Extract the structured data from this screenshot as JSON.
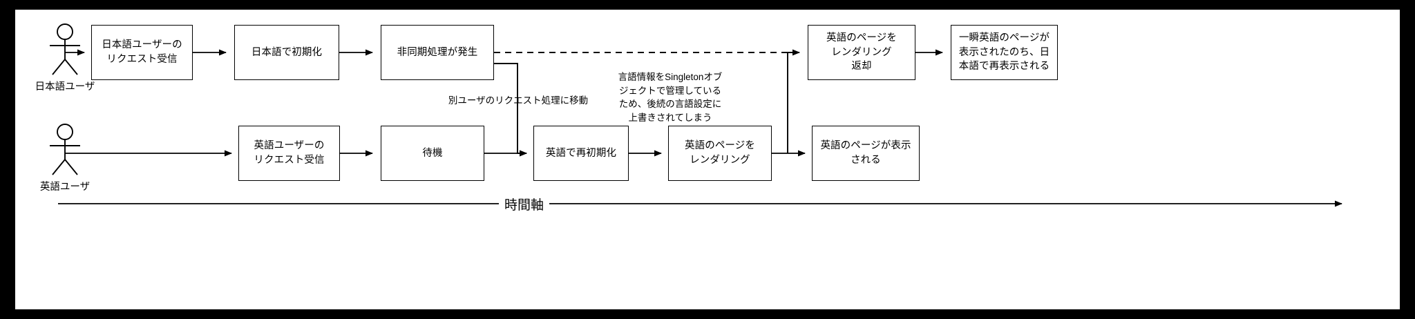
{
  "diagram": {
    "title": "Singleton language-state race condition sequence",
    "canvas": {
      "background": "#ffffff",
      "frame_color": "#000000",
      "stroke": "#000000"
    },
    "actors": [
      {
        "id": "actor-ja",
        "name": "日本語ユーザ",
        "icon": "stick-figure-icon"
      },
      {
        "id": "actor-en",
        "name": "英語ユーザ",
        "icon": "stick-figure-icon"
      }
    ],
    "lanes": [
      {
        "id": "lane-japanese",
        "actor": "日本語ユーザ"
      },
      {
        "id": "lane-english",
        "actor": "英語ユーザ"
      }
    ],
    "boxes": [
      {
        "id": "ja-receive",
        "lane": "lane-japanese",
        "label": "日本語ユーザーの\nリクエスト受信"
      },
      {
        "id": "ja-init",
        "lane": "lane-japanese",
        "label": "日本語で初期化"
      },
      {
        "id": "ja-async",
        "lane": "lane-japanese",
        "label": "非同期処理が発生"
      },
      {
        "id": "ja-render",
        "lane": "lane-japanese",
        "label": "英語のページを\nレンダリング\n返却"
      },
      {
        "id": "ja-result",
        "lane": "lane-japanese",
        "label": "一瞬英語のページが\n表示されたのち、日\n本語で再表示される"
      },
      {
        "id": "en-receive",
        "lane": "lane-english",
        "label": "英語ユーザーの\nリクエスト受信"
      },
      {
        "id": "en-wait",
        "lane": "lane-english",
        "label": "待機"
      },
      {
        "id": "en-reinit",
        "lane": "lane-english",
        "label": "英語で再初期化"
      },
      {
        "id": "en-render",
        "lane": "lane-english",
        "label": "英語のページを\nレンダリング"
      },
      {
        "id": "en-result",
        "lane": "lane-english",
        "label": "英語のページが表示\nされる"
      }
    ],
    "notes": [
      {
        "id": "note-switch",
        "text": "別ユーザのリクエスト処理に移動"
      },
      {
        "id": "note-singleton",
        "text": "言語情報をSingletonオブ\nジェクトで管理している\nため、後続の言語設定に\n上書きされてしまう"
      }
    ],
    "timeline": {
      "id": "time-axis",
      "label": "時間軸",
      "direction": "left-to-right"
    }
  }
}
